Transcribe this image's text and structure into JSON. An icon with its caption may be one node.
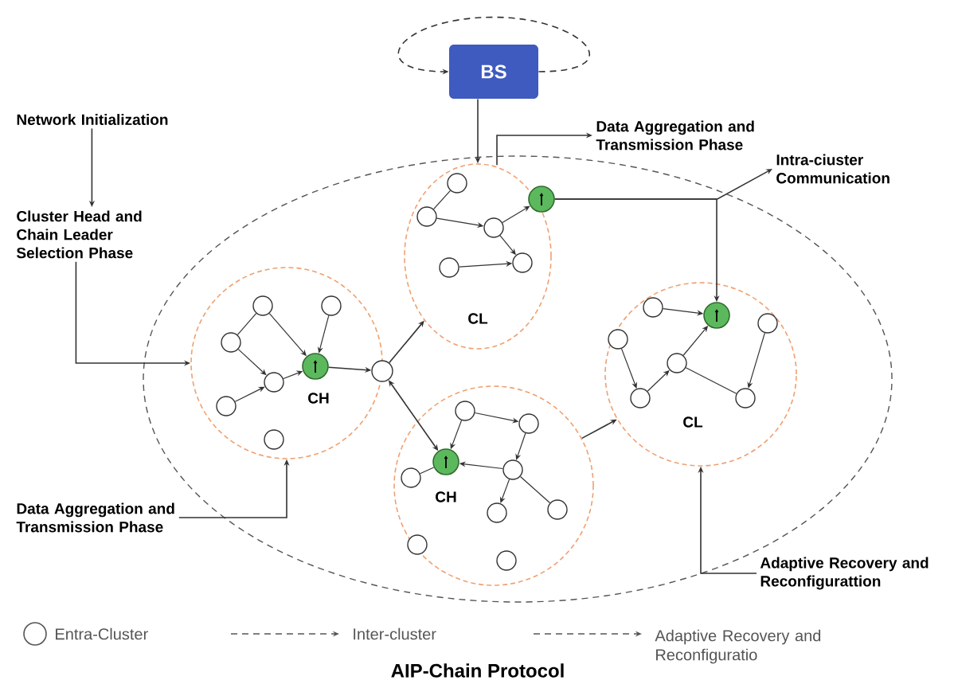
{
  "diagram": {
    "caption": "AIP-Chain Protocol",
    "nodes": [
      {
        "text": [
          "BS"
        ]
      },
      {
        "text": [
          "Network Initialization"
        ]
      },
      {
        "text": [
          "Data Aggregation and Transmission Phase"
        ]
      },
      {
        "text": [
          "Intra-ciuster Communication"
        ]
      },
      {
        "text": [
          "Cluster Head and Chain Leader Selection Phase"
        ]
      },
      {
        "text": [],
        "shape": "ellipse"
      },
      {
        "text": [
          "CL"
        ],
        "in": 5
      },
      {
        "text": [],
        "shape": "circle",
        "in": 6
      },
      {
        "text": [
          "CH"
        ],
        "in": 5
      },
      {
        "text": [],
        "shape": "circle",
        "in": 8
      },
      {
        "text": [],
        "shape": "circle",
        "in": 5
      },
      {
        "text": [
          "CL"
        ],
        "in": 5
      },
      {
        "text": [],
        "shape": "circle",
        "in": 11
      },
      {
        "text": [
          "CH"
        ],
        "in": 5
      },
      {
        "text": [],
        "shape": "circle",
        "in": 13
      },
      {
        "text": [
          "Data Aggregation and Transmission Phase"
        ]
      },
      {
        "text": [
          "Adaptive Recovery and Reconfigurattion"
        ]
      }
    ],
    "edges": [
      {
        "from": 1,
        "to": 4,
        "arrow": "to"
      },
      {
        "from": 4,
        "to": 8,
        "arrow": "to"
      },
      {
        "from": 0,
        "to": 6,
        "arrow": "to"
      },
      {
        "from": 6,
        "to": 2,
        "arrow": "to"
      },
      {
        "from": 7,
        "to": 12,
        "arrow": "to"
      },
      {
        "from": 7,
        "to": 3,
        "arrow": "to"
      },
      {
        "from": 15,
        "to": 8,
        "arrow": "to"
      },
      {
        "from": 16,
        "to": 11,
        "arrow": "to"
      },
      {
        "from": 0,
        "to": 0,
        "arrow": "to",
        "style": "dashed"
      },
      {
        "from": 9,
        "to": 10,
        "arrow": "to"
      },
      {
        "from": 10,
        "to": 6,
        "arrow": "to"
      },
      {
        "from": 10,
        "to": 14,
        "arrow": "both"
      },
      {
        "from": 13,
        "to": 11,
        "arrow": "to"
      }
    ],
    "legend": [
      {
        "text": "Entra-Cluster"
      },
      {
        "text": "Inter-cluster"
      },
      {
        "text": "Adaptive Recovery and Reconfiguratio"
      }
    ]
  }
}
